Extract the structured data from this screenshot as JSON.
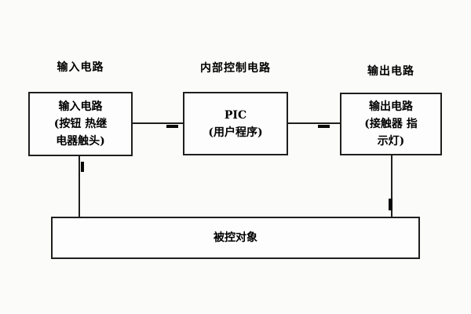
{
  "diagram": {
    "title_context": "PLC control system block diagram",
    "top_labels": {
      "input": "输入电路",
      "control": "内部控制电路",
      "output": "输出电路"
    },
    "boxes": {
      "input": {
        "line1": "输入电路",
        "line2": "(按钮 热继",
        "line3": "电器触头)"
      },
      "plc": {
        "line1": "PIC",
        "line2": "(用户程序)"
      },
      "output": {
        "line1": "输出电路",
        "line2": "(接触器 指",
        "line3": "示灯)"
      },
      "controlled_object": {
        "label": "被控对象"
      }
    },
    "connections": [
      {
        "from": "input-box",
        "to": "plc-box",
        "direction": "right"
      },
      {
        "from": "plc-box",
        "to": "output-box",
        "direction": "right"
      },
      {
        "from": "controlled-object-box",
        "to": "input-box",
        "direction": "up"
      },
      {
        "from": "output-box",
        "to": "controlled-object-box",
        "direction": "down"
      }
    ],
    "colors": {
      "line": "#1f1f1f",
      "background": "#fbfbfa",
      "box_fill": "#fdfdfd",
      "text": "#000000"
    }
  }
}
